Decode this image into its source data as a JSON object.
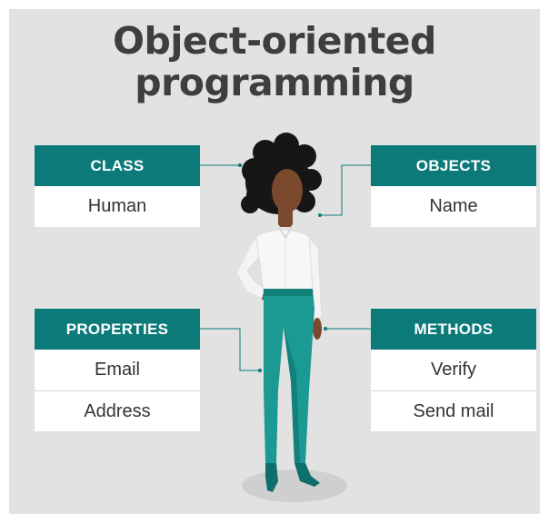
{
  "title": {
    "line1": "Object-oriented",
    "line2": "programming"
  },
  "boxes": {
    "class": {
      "header": "CLASS",
      "items": [
        "Human"
      ]
    },
    "objects": {
      "header": "OBJECTS",
      "items": [
        "Name"
      ]
    },
    "properties": {
      "header": "PROPERTIES",
      "items": [
        "Email",
        "Address"
      ]
    },
    "methods": {
      "header": "METHODS",
      "items": [
        "Verify",
        "Send mail"
      ]
    }
  },
  "colors": {
    "teal": "#0d7a7a",
    "background": "#e2e2e2",
    "title": "#3e3e3e"
  }
}
